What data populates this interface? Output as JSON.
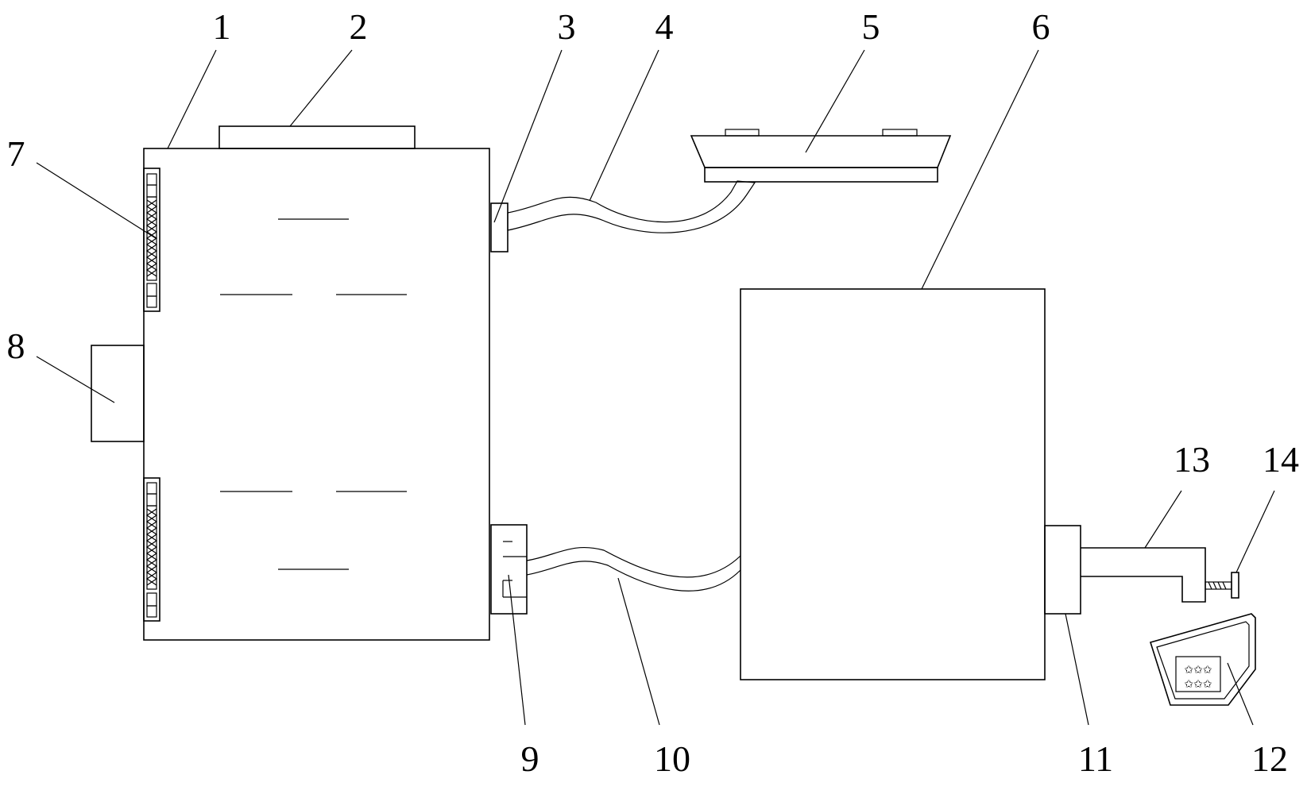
{
  "figure": {
    "background": "#ffffff",
    "line_color": "#000000",
    "labels": [
      {
        "id": "1",
        "text": "1"
      },
      {
        "id": "2",
        "text": "2"
      },
      {
        "id": "3",
        "text": "3"
      },
      {
        "id": "4",
        "text": "4"
      },
      {
        "id": "5",
        "text": "5"
      },
      {
        "id": "6",
        "text": "6"
      },
      {
        "id": "7",
        "text": "7"
      },
      {
        "id": "8",
        "text": "8"
      },
      {
        "id": "9",
        "text": "9"
      },
      {
        "id": "10",
        "text": "10"
      },
      {
        "id": "11",
        "text": "11"
      },
      {
        "id": "12",
        "text": "12"
      },
      {
        "id": "13",
        "text": "13"
      },
      {
        "id": "14",
        "text": "14"
      }
    ]
  }
}
